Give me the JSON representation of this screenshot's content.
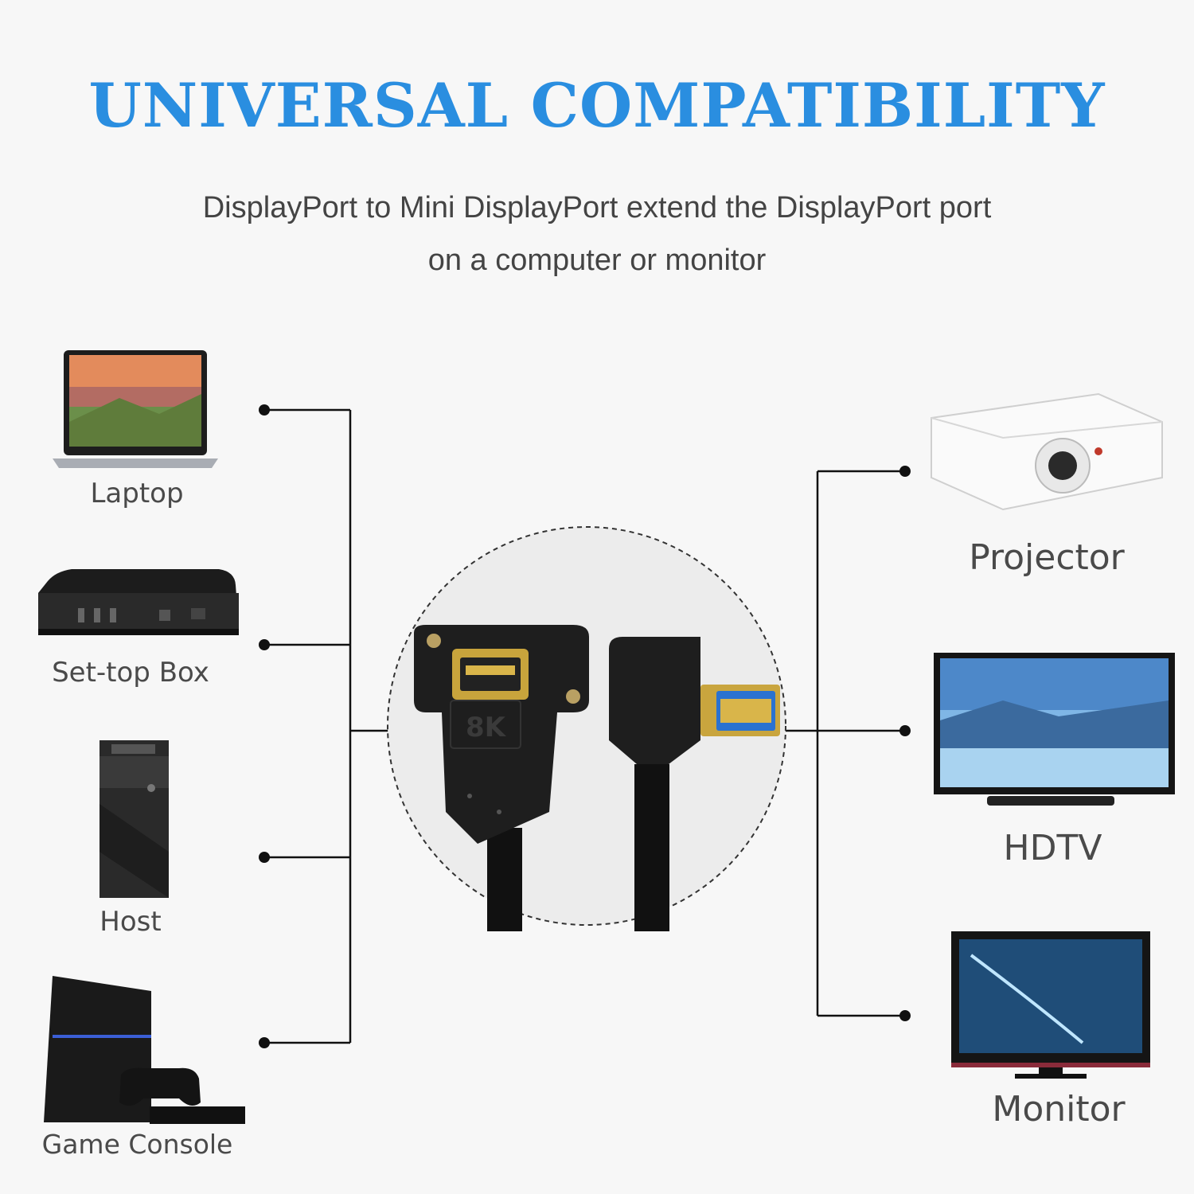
{
  "header": {
    "title": "UNIVERSAL COMPATIBILITY",
    "subtitle_line1": "DisplayPort to Mini DisplayPort extend the DisplayPort port",
    "subtitle_line2": "on a computer or monitor"
  },
  "left_devices": [
    {
      "label": "Laptop",
      "icon": "laptop-icon"
    },
    {
      "label": "Set-top Box",
      "icon": "set-top-box-icon"
    },
    {
      "label": "Host",
      "icon": "pc-tower-icon"
    },
    {
      "label": "Game Console",
      "icon": "game-console-icon"
    }
  ],
  "right_devices": [
    {
      "label": "Projector",
      "icon": "projector-icon"
    },
    {
      "label": "HDTV",
      "icon": "hdtv-icon"
    },
    {
      "label": "Monitor",
      "icon": "monitor-icon"
    }
  ],
  "center": {
    "connector_marking": "8K",
    "icon": "displayport-cable-icon"
  },
  "colors": {
    "title": "#2a8ee0",
    "text": "#4a4a4a",
    "line": "#111111",
    "background": "#f7f7f7"
  }
}
